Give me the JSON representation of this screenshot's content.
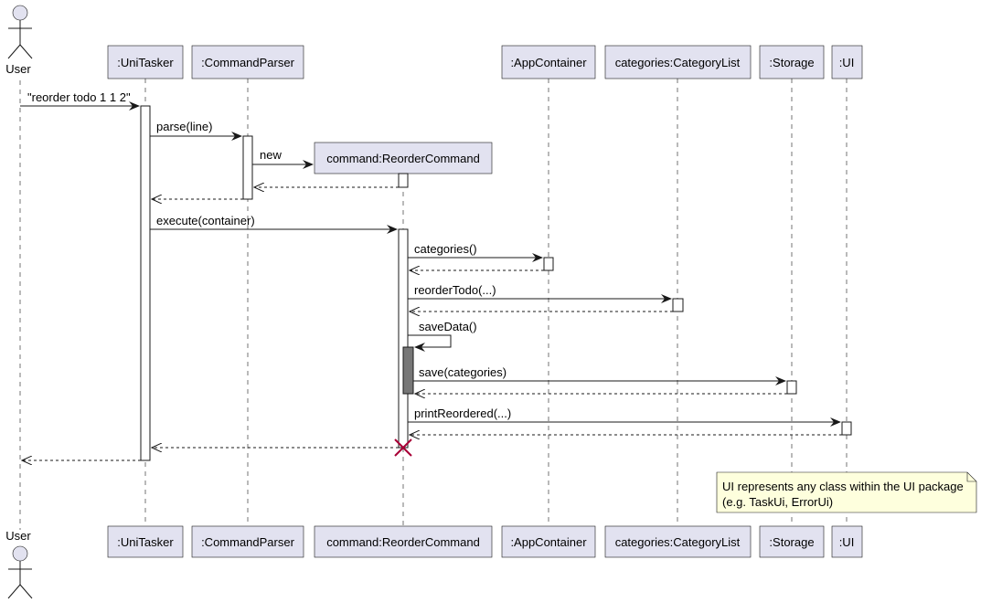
{
  "participants": [
    {
      "id": "user",
      "label": "User",
      "kind": "actor"
    },
    {
      "id": "unitasker",
      "label": ":UniTasker",
      "kind": "box"
    },
    {
      "id": "parser",
      "label": ":CommandParser",
      "kind": "box"
    },
    {
      "id": "command",
      "label": "command:ReorderCommand",
      "kind": "box"
    },
    {
      "id": "app",
      "label": ":AppContainer",
      "kind": "box"
    },
    {
      "id": "categories",
      "label": "categories:CategoryList",
      "kind": "box"
    },
    {
      "id": "storage",
      "label": ":Storage",
      "kind": "box"
    },
    {
      "id": "ui",
      "label": ":UI",
      "kind": "box"
    }
  ],
  "messages": [
    {
      "from": "user",
      "to": "unitasker",
      "label": "\"reorder todo 1 1 2\"",
      "kind": "sync"
    },
    {
      "from": "unitasker",
      "to": "parser",
      "label": "parse(line)",
      "kind": "sync"
    },
    {
      "from": "parser",
      "to": "command",
      "label": "new",
      "kind": "create"
    },
    {
      "from": "command",
      "to": "parser",
      "label": "",
      "kind": "return"
    },
    {
      "from": "parser",
      "to": "unitasker",
      "label": "",
      "kind": "return"
    },
    {
      "from": "unitasker",
      "to": "command",
      "label": "execute(container)",
      "kind": "sync"
    },
    {
      "from": "command",
      "to": "app",
      "label": "categories()",
      "kind": "sync"
    },
    {
      "from": "app",
      "to": "command",
      "label": "",
      "kind": "return"
    },
    {
      "from": "command",
      "to": "categories",
      "label": "reorderTodo(...)",
      "kind": "sync"
    },
    {
      "from": "categories",
      "to": "command",
      "label": "",
      "kind": "return"
    },
    {
      "from": "command",
      "to": "command",
      "label": "saveData()",
      "kind": "self"
    },
    {
      "from": "command",
      "to": "storage",
      "label": "save(categories)",
      "kind": "sync"
    },
    {
      "from": "storage",
      "to": "command",
      "label": "",
      "kind": "return"
    },
    {
      "from": "command",
      "to": "ui",
      "label": "printReordered(...)",
      "kind": "sync"
    },
    {
      "from": "ui",
      "to": "command",
      "label": "",
      "kind": "return"
    },
    {
      "from": "command",
      "to": "unitasker",
      "label": "",
      "kind": "return"
    },
    {
      "from": "unitasker",
      "to": "user",
      "label": "",
      "kind": "return"
    }
  ],
  "note": {
    "line1": "UI represents any class within the UI package",
    "line2": "(e.g. TaskUi, ErrorUi)"
  },
  "colors": {
    "participant_fill": "#E2E2F0",
    "line": "#181818",
    "destroy": "#A80036",
    "note_fill": "#FEFFDD",
    "nested_activation": "#777777"
  }
}
